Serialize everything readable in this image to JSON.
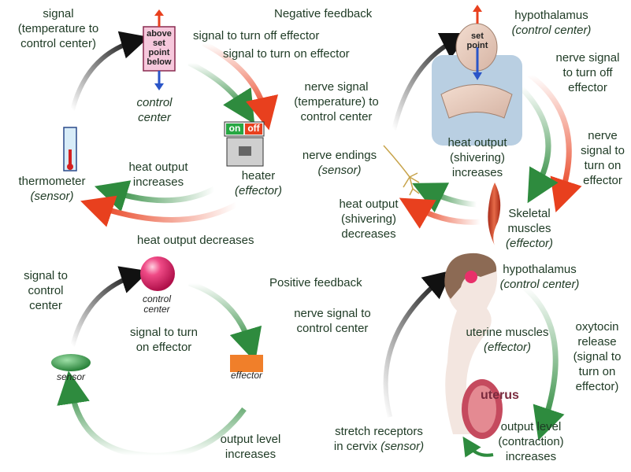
{
  "panels": {
    "thermostat": {
      "signal_to_center": [
        "signal",
        "(temperature to",
        "control center)"
      ],
      "setpoint_box": [
        "above",
        "set",
        "point",
        "below"
      ],
      "control_center": [
        "control",
        "center"
      ],
      "signal_off": "signal to turn off effector",
      "signal_on": "signal to turn on effector",
      "heater_switch_on": "on",
      "heater_switch_off": "off",
      "heater_label": [
        "heater",
        "(effector)"
      ],
      "heat_increases": [
        "heat output",
        "increases"
      ],
      "heat_decreases": "heat output decreases",
      "thermometer_label": [
        "thermometer",
        "(sensor)"
      ]
    },
    "shivering": {
      "title": "Negative feedback",
      "hypothalamus": [
        "hypothalamus",
        "(control center)"
      ],
      "head_setpoint": [
        "set",
        "point"
      ],
      "nerve_signal_in": [
        "nerve signal",
        "(temperature) to",
        "control center"
      ],
      "nerve_signal_off": [
        "nerve signal",
        "to turn off",
        "effector"
      ],
      "nerve_signal_on": [
        "nerve",
        "signal to",
        "turn on",
        "effector"
      ],
      "nerve_endings": [
        "nerve endings",
        "(sensor)"
      ],
      "heat_increases": [
        "heat output",
        "(shivering)",
        "increases"
      ],
      "heat_decreases": [
        "heat output",
        "(shivering)",
        "decreases"
      ],
      "skeletal_muscles": [
        "Skeletal",
        "muscles",
        "(effector)"
      ]
    },
    "generic_positive": {
      "signal_to_center": [
        "signal to",
        "control",
        "center"
      ],
      "control_center": [
        "control",
        "center"
      ],
      "signal_on": [
        "signal to turn",
        "on effector"
      ],
      "effector": "effector",
      "sensor": "sensor",
      "output_increases": [
        "output level",
        "increases"
      ]
    },
    "childbirth": {
      "title": "Positive feedback",
      "hypothalamus": [
        "hypothalamus",
        "(control center)"
      ],
      "nerve_signal_in": [
        "nerve signal to",
        "control center"
      ],
      "uterine_muscles": [
        "uterine muscles",
        "(effector)"
      ],
      "oxytocin": [
        "oxytocin",
        "release",
        "(signal to",
        "turn on",
        "effector)"
      ],
      "uterus": "uterus",
      "stretch_receptors": [
        "stretch receptors",
        "in cervix",
        "(sensor)"
      ],
      "output_level": [
        "output level",
        "(contraction)",
        "increases"
      ]
    }
  },
  "colors": {
    "text": "#1e3a24",
    "green_arrow": "#2e8b3e",
    "red_arrow": "#e8401e",
    "black_arrow": "#1a1a1a",
    "control_sphere": "#e0306e",
    "effector_box": "#f07f2a",
    "sensor_ellipse": "#2e8b3e"
  }
}
